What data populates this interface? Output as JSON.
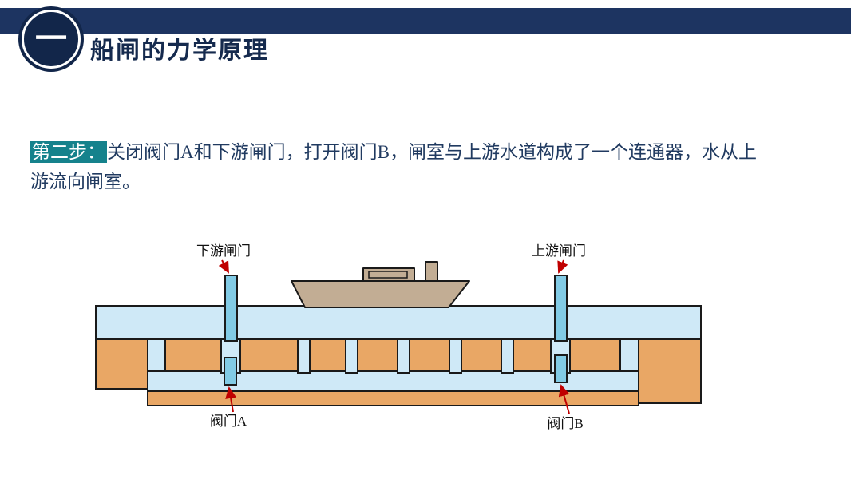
{
  "slide": {
    "header": {
      "badge": "一",
      "title": "船闸的力学原理"
    },
    "body": {
      "step_label": "第二步：",
      "step_text": "关闭阀门A和下游闸门，打开阀门B，闸室与上游水道构成了一个连通器，水从上游流向闸室。"
    },
    "diagram": {
      "labels": {
        "downstream_gate": "下游闸门",
        "upstream_gate": "上游闸门",
        "valve_a": "阀门A",
        "valve_b": "阀门B"
      },
      "colors": {
        "water": "#cfe9f7",
        "ground": "#e9a765",
        "gate": "#82cbe5",
        "boat_hull": "#c2ad94",
        "arrow": "#c00000",
        "outline": "#1a1a1a"
      }
    },
    "theme": {
      "header_bar": "#1d3461",
      "badge_fill": "#12264a",
      "title_color": "#152a4e",
      "highlight_bg": "#15828c",
      "highlight_text": "#ffffff",
      "body_text": "#203a60",
      "background": "#ffffff"
    }
  }
}
